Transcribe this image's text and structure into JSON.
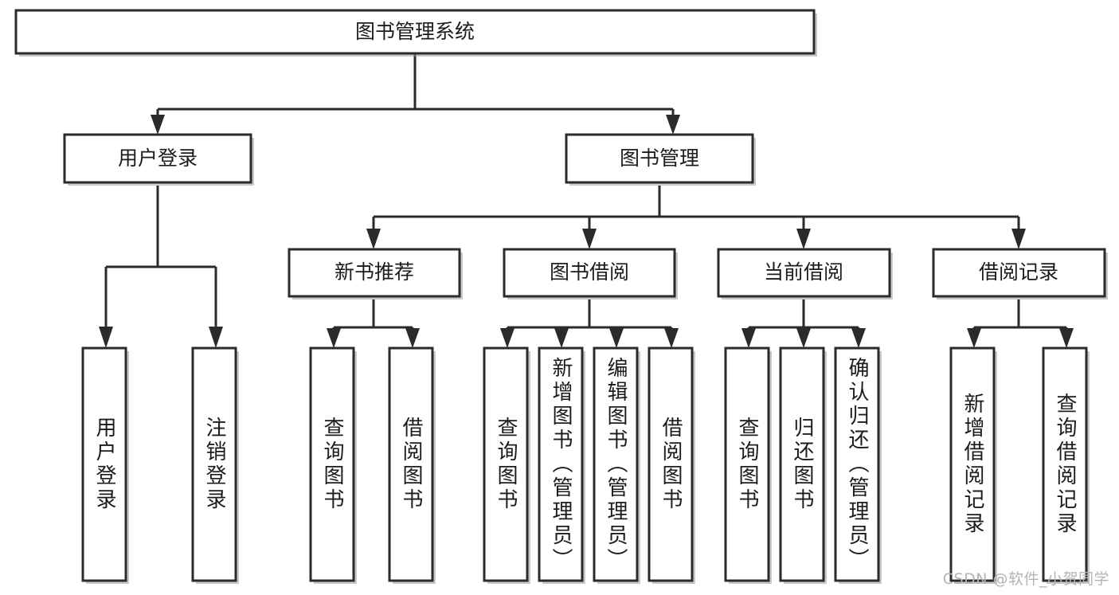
{
  "diagram": {
    "title": "图书管理系统",
    "type": "tree-hierarchy-diagram",
    "colors": {
      "box_stroke": "#2b2b2b",
      "box_fill": "#ffffff",
      "connector": "#2b2b2b",
      "background": "#ffffff",
      "watermark": "#b4b4b4"
    },
    "root": {
      "label": "图书管理系统"
    },
    "level2": [
      {
        "label": "用户登录"
      },
      {
        "label": "图书管理"
      }
    ],
    "level3": [
      {
        "label": "新书推荐"
      },
      {
        "label": "图书借阅"
      },
      {
        "label": "当前借阅"
      },
      {
        "label": "借阅记录"
      }
    ],
    "leaves": {
      "user_login": [
        {
          "label": "用户登录"
        },
        {
          "label": "注销登录"
        }
      ],
      "new_book": [
        {
          "label": "查询图书"
        },
        {
          "label": "借阅图书"
        }
      ],
      "book_borrow": [
        {
          "label": "查询图书"
        },
        {
          "label": "新增图书（管理员）"
        },
        {
          "label": "编辑图书（管理员）"
        },
        {
          "label": "借阅图书"
        }
      ],
      "current_borrow": [
        {
          "label": "查询图书"
        },
        {
          "label": "归还图书"
        },
        {
          "label": "确认归还（管理员）"
        }
      ],
      "borrow_record": [
        {
          "label": "新增借阅记录"
        },
        {
          "label": "查询借阅记录"
        }
      ]
    },
    "watermark": "CSDN @软件_小贺同学"
  }
}
